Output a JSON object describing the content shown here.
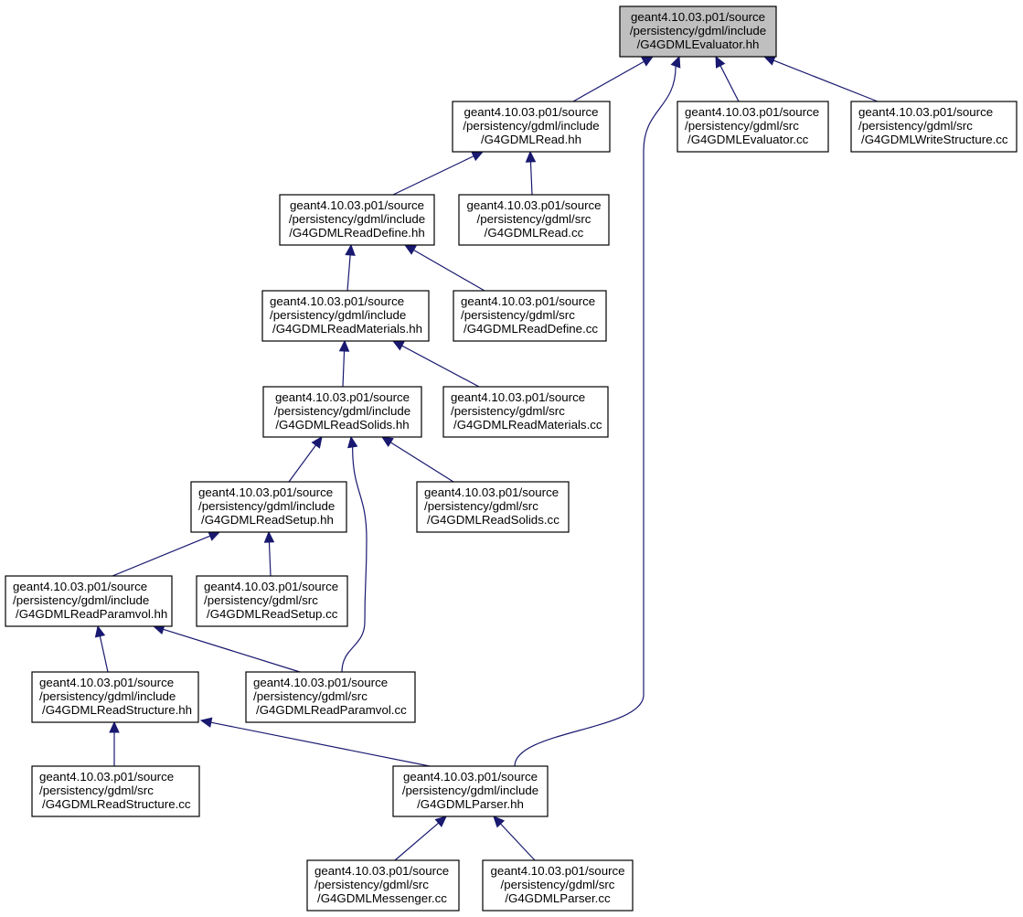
{
  "diagram": {
    "nodes": [
      {
        "id": "evaluator_hh",
        "lines": [
          "geant4.10.03.p01/source",
          "/persistency/gdml/include",
          "/G4GDMLEvaluator.hh"
        ],
        "align": "center",
        "highlight": true
      },
      {
        "id": "read_hh",
        "lines": [
          "geant4.10.03.p01/source",
          "/persistency/gdml/include",
          "/G4GDMLRead.hh"
        ],
        "align": "center"
      },
      {
        "id": "evaluator_cc",
        "lines": [
          "geant4.10.03.p01/source",
          "/persistency/gdml/src",
          "/G4GDMLEvaluator.cc"
        ],
        "align": "left"
      },
      {
        "id": "writestructure_cc",
        "lines": [
          "geant4.10.03.p01/source",
          "/persistency/gdml/src",
          "/G4GDMLWriteStructure.cc"
        ],
        "align": "left"
      },
      {
        "id": "readdefine_hh",
        "lines": [
          "geant4.10.03.p01/source",
          "/persistency/gdml/include",
          "/G4GDMLReadDefine.hh"
        ],
        "align": "center"
      },
      {
        "id": "read_cc",
        "lines": [
          "geant4.10.03.p01/source",
          "/persistency/gdml/src",
          "/G4GDMLRead.cc"
        ],
        "align": "center"
      },
      {
        "id": "readmaterials_hh",
        "lines": [
          "geant4.10.03.p01/source",
          "/persistency/gdml/include",
          "/G4GDMLReadMaterials.hh"
        ],
        "align": "left"
      },
      {
        "id": "readdefine_cc",
        "lines": [
          "geant4.10.03.p01/source",
          "/persistency/gdml/src",
          "/G4GDMLReadDefine.cc"
        ],
        "align": "left"
      },
      {
        "id": "readsolids_hh",
        "lines": [
          "geant4.10.03.p01/source",
          "/persistency/gdml/include",
          "/G4GDMLReadSolids.hh"
        ],
        "align": "center"
      },
      {
        "id": "readmaterials_cc",
        "lines": [
          "geant4.10.03.p01/source",
          "/persistency/gdml/src",
          "/G4GDMLReadMaterials.cc"
        ],
        "align": "left"
      },
      {
        "id": "readsetup_hh",
        "lines": [
          "geant4.10.03.p01/source",
          "/persistency/gdml/include",
          "/G4GDMLReadSetup.hh"
        ],
        "align": "left"
      },
      {
        "id": "readsolids_cc",
        "lines": [
          "geant4.10.03.p01/source",
          "/persistency/gdml/src",
          "/G4GDMLReadSolids.cc"
        ],
        "align": "left"
      },
      {
        "id": "readparamvol_hh",
        "lines": [
          "geant4.10.03.p01/source",
          "/persistency/gdml/include",
          "/G4GDMLReadParamvol.hh"
        ],
        "align": "left"
      },
      {
        "id": "readsetup_cc",
        "lines": [
          "geant4.10.03.p01/source",
          "/persistency/gdml/src",
          "/G4GDMLReadSetup.cc"
        ],
        "align": "left"
      },
      {
        "id": "readstructure_hh",
        "lines": [
          "geant4.10.03.p01/source",
          "/persistency/gdml/include",
          "/G4GDMLReadStructure.hh"
        ],
        "align": "left"
      },
      {
        "id": "readparamvol_cc",
        "lines": [
          "geant4.10.03.p01/source",
          "/persistency/gdml/src",
          "/G4GDMLReadParamvol.cc"
        ],
        "align": "left"
      },
      {
        "id": "readstructure_cc",
        "lines": [
          "geant4.10.03.p01/source",
          "/persistency/gdml/src",
          "/G4GDMLReadStructure.cc"
        ],
        "align": "left"
      },
      {
        "id": "parser_hh",
        "lines": [
          "geant4.10.03.p01/source",
          "/persistency/gdml/include",
          "/G4GDMLParser.hh"
        ],
        "align": "center"
      },
      {
        "id": "messenger_cc",
        "lines": [
          "geant4.10.03.p01/source",
          "/persistency/gdml/src",
          "/G4GDMLMessenger.cc"
        ],
        "align": "left"
      },
      {
        "id": "parser_cc",
        "lines": [
          "geant4.10.03.p01/source",
          "/persistency/gdml/src",
          "/G4GDMLParser.cc"
        ],
        "align": "center"
      }
    ],
    "edges": [
      {
        "from": "read_hh",
        "to": "evaluator_hh"
      },
      {
        "from": "evaluator_cc",
        "to": "evaluator_hh"
      },
      {
        "from": "writestructure_cc",
        "to": "evaluator_hh"
      },
      {
        "from": "parser_hh",
        "to": "evaluator_hh"
      },
      {
        "from": "readdefine_hh",
        "to": "read_hh"
      },
      {
        "from": "read_cc",
        "to": "read_hh"
      },
      {
        "from": "readmaterials_hh",
        "to": "readdefine_hh"
      },
      {
        "from": "readdefine_cc",
        "to": "readdefine_hh"
      },
      {
        "from": "readsolids_hh",
        "to": "readmaterials_hh"
      },
      {
        "from": "readmaterials_cc",
        "to": "readmaterials_hh"
      },
      {
        "from": "readsetup_hh",
        "to": "readsolids_hh"
      },
      {
        "from": "readsolids_cc",
        "to": "readsolids_hh"
      },
      {
        "from": "readparamvol_cc",
        "to": "readsolids_hh"
      },
      {
        "from": "readparamvol_hh",
        "to": "readsetup_hh"
      },
      {
        "from": "readsetup_cc",
        "to": "readsetup_hh"
      },
      {
        "from": "readstructure_hh",
        "to": "readparamvol_hh"
      },
      {
        "from": "readparamvol_cc",
        "to": "readparamvol_hh"
      },
      {
        "from": "readstructure_cc",
        "to": "readstructure_hh"
      },
      {
        "from": "parser_hh",
        "to": "readstructure_hh"
      },
      {
        "from": "messenger_cc",
        "to": "parser_hh"
      },
      {
        "from": "parser_cc",
        "to": "parser_hh"
      }
    ],
    "colors": {
      "edge": "#191970",
      "highlight_fill": "#bfbfbf",
      "node_fill": "#ffffff",
      "node_border": "#000000"
    }
  }
}
